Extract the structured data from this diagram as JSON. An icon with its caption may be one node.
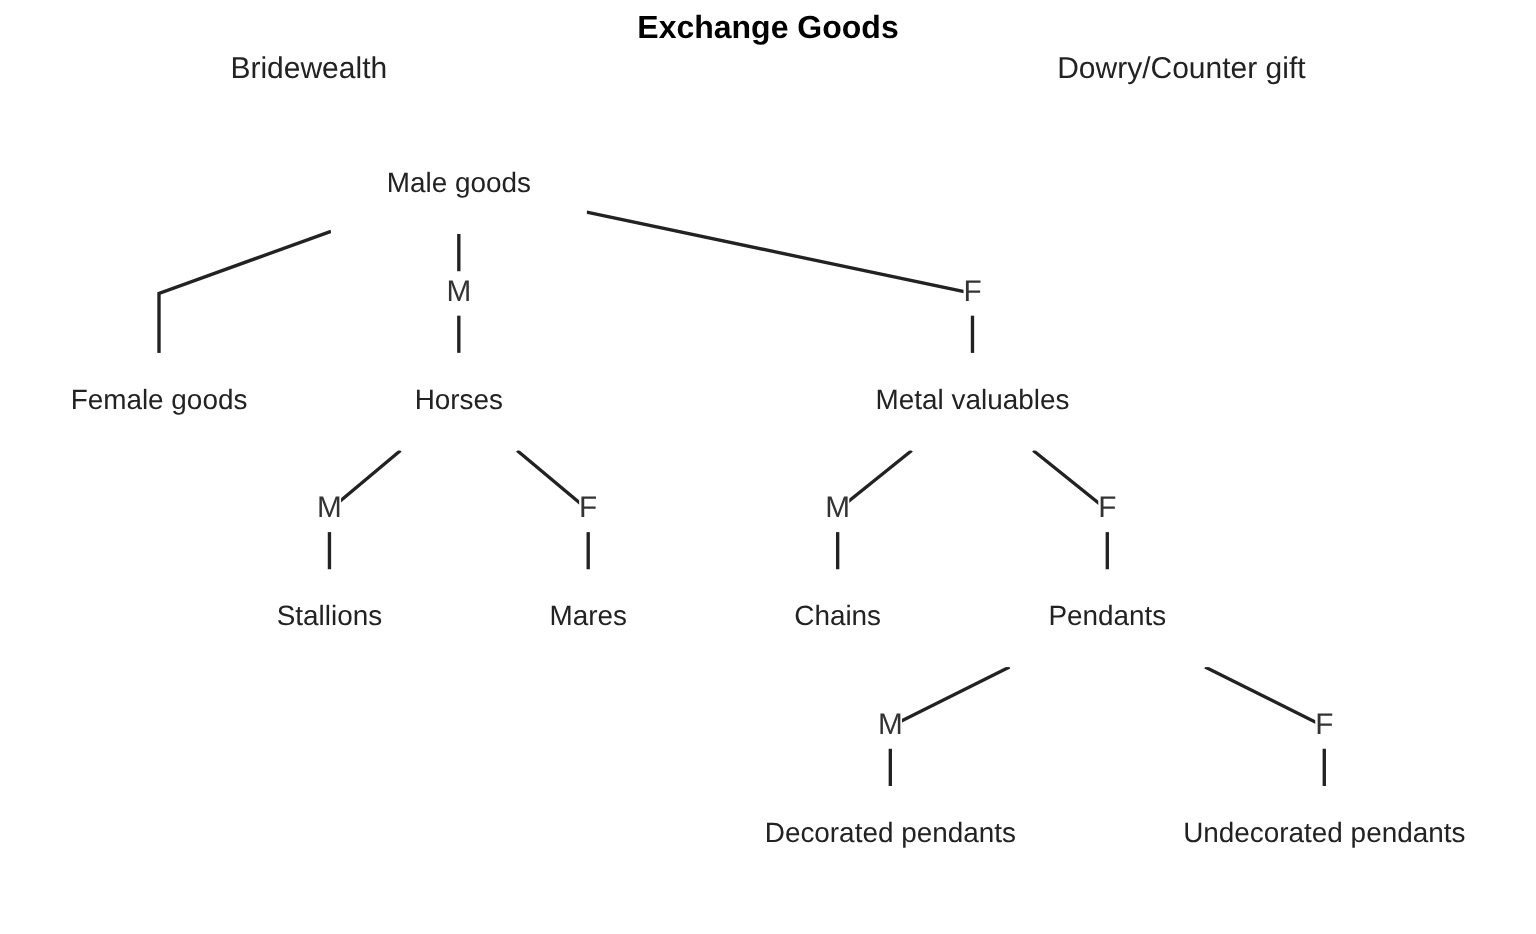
{
  "diagram": {
    "title": "Exchange Goods",
    "nodes": [
      {
        "text": [
          "Male goods"
        ]
      },
      {
        "text": [
          "Female goods"
        ]
      },
      {
        "text": [
          "Horses"
        ]
      },
      {
        "text": [
          "Metal valuables"
        ]
      },
      {
        "text": [
          "Stallions"
        ]
      },
      {
        "text": [
          "Mares"
        ]
      },
      {
        "text": [
          "Chains"
        ]
      },
      {
        "text": [
          "Pendants"
        ]
      },
      {
        "text": [
          "Decorated pendants"
        ]
      },
      {
        "text": [
          "Undecorated pendants"
        ]
      }
    ],
    "edges": [
      {
        "from": 0,
        "to": 1,
        "arrow": "none"
      },
      {
        "from": 0,
        "to": 2,
        "arrow": "none",
        "label": "M"
      },
      {
        "from": 0,
        "to": 3,
        "arrow": "none",
        "label": "F"
      },
      {
        "from": 2,
        "to": 4,
        "arrow": "none",
        "label": "M"
      },
      {
        "from": 2,
        "to": 5,
        "arrow": "none",
        "label": "F"
      },
      {
        "from": 3,
        "to": 6,
        "arrow": "none",
        "label": "M"
      },
      {
        "from": 3,
        "to": 7,
        "arrow": "none",
        "label": "F"
      },
      {
        "from": 7,
        "to": 8,
        "arrow": "none",
        "label": "M"
      },
      {
        "from": 7,
        "to": 9,
        "arrow": "none",
        "label": "F"
      }
    ],
    "labels": [
      "Bridewealth",
      "Dowry/Counter gift"
    ]
  }
}
